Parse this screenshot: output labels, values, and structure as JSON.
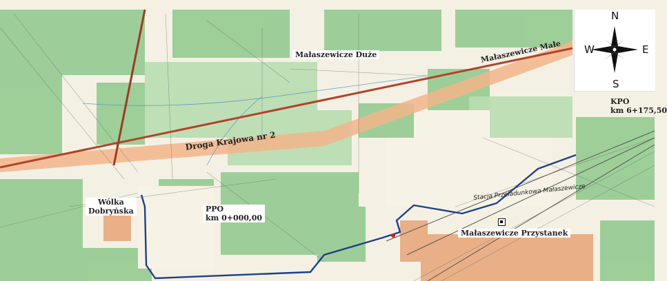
{
  "labels": {
    "malaszewicze_duze": "Małaszewicze Duże",
    "malaszewicze_male": "Małaszewicze Małe",
    "droga": "Droga Krajowa nr 2",
    "wolka_line1": "Wólka",
    "wolka_line2": "Dobryńska",
    "ppo_line1": "PPO",
    "ppo_line2": "km 0+000,00",
    "kpo_line1": "KPO",
    "kpo_line2": "km 6+175,50",
    "stacja": "Stacja Przeładunkowa Małaszewicze",
    "przystanek": "Małaszewicze Przystanek"
  },
  "compass": {
    "n": "N",
    "s": "S",
    "e": "E",
    "w": "W"
  },
  "colors": {
    "paper": "#f4f1e4",
    "forest": "#8ec98c",
    "road": "#c8692e",
    "route": "#1e3f8a",
    "urban": "#e59a6a"
  },
  "icons": {
    "station": "railway-station-icon"
  }
}
